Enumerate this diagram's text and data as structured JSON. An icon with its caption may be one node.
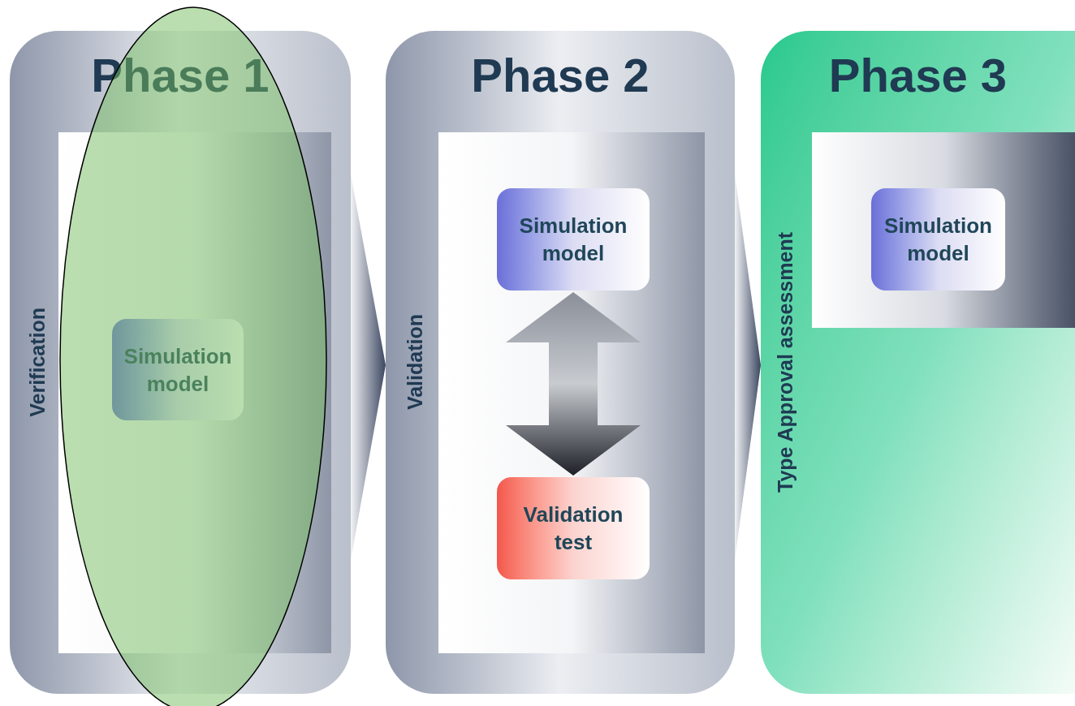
{
  "diagram": {
    "nodes": [
      {
        "text": [
          "Phase 1",
          "Verification"
        ]
      },
      {
        "text": [],
        "shape": "box",
        "in": 0
      },
      {
        "text": [
          "Simulation model"
        ],
        "in": 1
      },
      {
        "text": [
          "Phase 2",
          "Validation"
        ]
      },
      {
        "text": [],
        "shape": "box",
        "in": 3
      },
      {
        "text": [
          "Simulation model"
        ],
        "in": 4
      },
      {
        "text": [
          "Validation test"
        ],
        "in": 4
      },
      {
        "text": [
          "Phase 3",
          "Type Approval assessment"
        ]
      },
      {
        "text": [],
        "shape": "box",
        "in": 7
      },
      {
        "text": [
          "Simulation model"
        ],
        "in": 8
      }
    ],
    "edges": [
      {
        "from": 0,
        "to": 3,
        "arrow": "to"
      },
      {
        "from": 3,
        "to": 7,
        "arrow": "to"
      },
      {
        "from": 5,
        "to": 6,
        "arrow": "both",
        "style": "thick"
      }
    ]
  }
}
